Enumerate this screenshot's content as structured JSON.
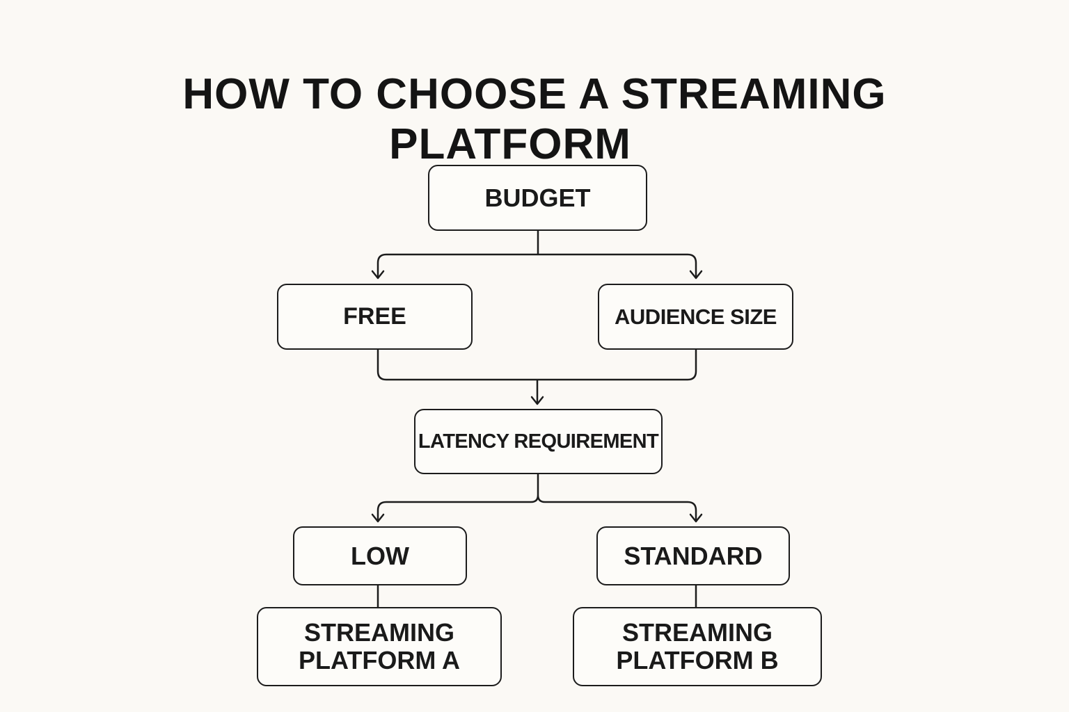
{
  "title": {
    "line1": "HOW TO CHOOSE A STREAMING",
    "line2": "PLATFORM"
  },
  "nodes": {
    "budget": "BUDGET",
    "free": "FREE",
    "audience_size": "AUDIENCE SIZE",
    "latency_requirement": "LATENCY REQUIREMENT",
    "low": "LOW",
    "standard": "STANDARD",
    "platform_a": {
      "line1": "STREAMING",
      "line2": "PLATFORM A"
    },
    "platform_b": {
      "line1": "STREAMING",
      "line2": "PLATFORM B"
    }
  },
  "colors": {
    "background": "#fbf9f5",
    "stroke": "#1c1c1c",
    "text": "#1a1a1a"
  }
}
